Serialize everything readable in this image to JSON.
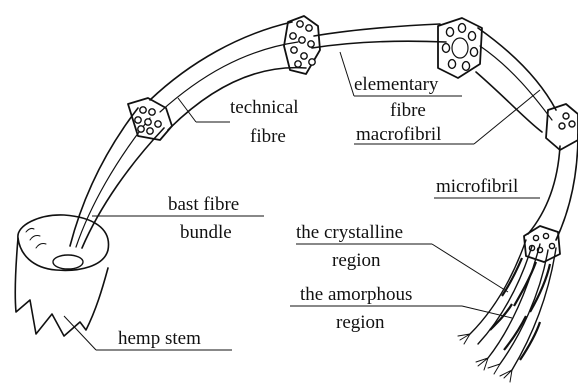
{
  "labels": {
    "technical_1": "technical",
    "technical_2": "fibre",
    "elementary_1": "elementary",
    "elementary_2": "fibre",
    "macrofibril": "macrofibril",
    "microfibril": "microfibril",
    "bast_1": "bast fibre",
    "bast_2": "bundle",
    "crystalline_1": "the crystalline",
    "crystalline_2": "region",
    "amorphous_1": "the amorphous",
    "amorphous_2": "region",
    "hemp_stem": "hemp stem"
  }
}
